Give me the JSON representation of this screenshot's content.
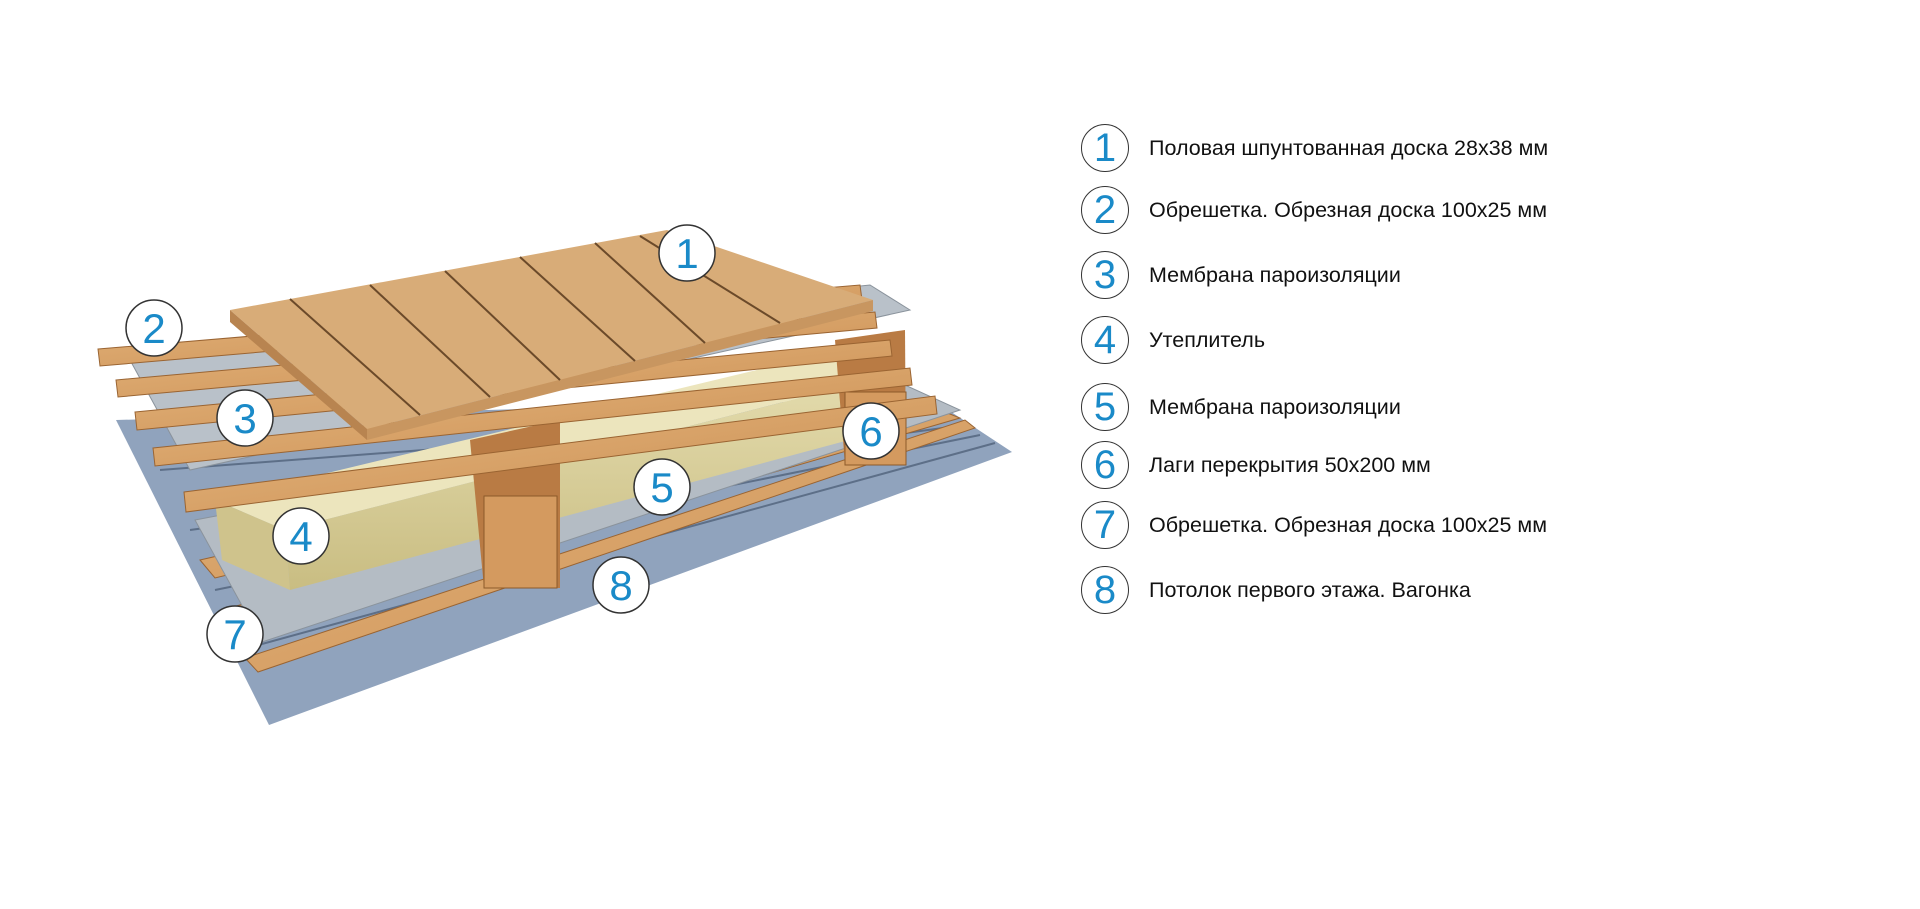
{
  "diagram": {
    "callouts": [
      "1",
      "2",
      "3",
      "4",
      "5",
      "6",
      "7",
      "8"
    ]
  },
  "legend": [
    {
      "number": "1",
      "text": "Половая шпунтованная доска 28х38 мм"
    },
    {
      "number": "2",
      "text": "Обрешетка. Обрезная доска 100х25 мм"
    },
    {
      "number": "3",
      "text": "Мембрана пароизоляции"
    },
    {
      "number": "4",
      "text": "Утеплитель"
    },
    {
      "number": "5",
      "text": "Мембрана пароизоляции"
    },
    {
      "number": "6",
      "text": "Лаги перекрытия  50х200 мм"
    },
    {
      "number": "7",
      "text": "Обрешетка. Обрезная доска 100х25 мм"
    },
    {
      "number": "8",
      "text": "Потолок первого этажа. Вагонка"
    }
  ],
  "colors": {
    "accent": "#1a8ac8",
    "wood": "#d9a066",
    "ceiling": "#8fa3bd",
    "membrane": "#b4bcc4",
    "insulation": "#d8cf9c"
  }
}
